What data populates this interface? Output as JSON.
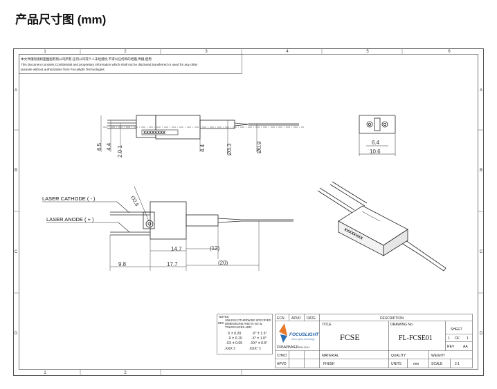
{
  "page_title": "产品尺寸图 (mm)",
  "border": {
    "cols_top": [
      "1",
      "2",
      "3",
      "4",
      "5",
      "6"
    ],
    "cols_bottom": [
      "1",
      "2"
    ],
    "rows_left": [
      "A",
      "B",
      "C",
      "D"
    ],
    "rows_right": [
      "A",
      "B",
      "C",
      "D"
    ]
  },
  "notice": {
    "line1": "本文件僅限授权国图图有限公司所有,任何公司或个人未经授权,不得以任何目的泄露,传播,使用",
    "line2": "This document contains Confidential and proprietary information which shall not be disclosed,transferred or used for any other",
    "line3": "purpose without authorization from Focuslight Technologies."
  },
  "part_label": "XXXXXXXX",
  "dims": {
    "side_6_5": "6.5",
    "side_4_4a": "4.4",
    "side_phi2_1": "2.0 1",
    "side_4_4b": "4.4",
    "side_phi3_3": "Ø3.3",
    "side_phi0_9": "Ø0.9",
    "end_6_4": "6.4",
    "end_10_6": "10.6",
    "top_phi2_8": "Ø2.8",
    "top_14_7": "14.7",
    "top_12": "(12)",
    "top_9_8": "9.8",
    "top_17_7": "17.7",
    "top_20": "(20)"
  },
  "labels": {
    "laser_cathode": "LASER CATHODE ( - )",
    "laser_anode": "LASER ANODE ( + )"
  },
  "notes": {
    "title": "NOTES",
    "l1": "UNLESS OTHERWISE SPECIFIED",
    "l2": "DIMENSIONS ARE IN mm &",
    "l3": "TOLERANCES ARE:",
    "dec": "DEC",
    "tol1": "X ±  0.20",
    "tol2": ".X ±  0.10",
    "tol3": ".XX ±  0.05",
    "tol4": ".XXX ±",
    "ang1": "X° ±  1.5°",
    "ang2": ".X° ±  1.0°",
    "ang3": ".XX° ±  0.5°",
    "ang4": ".XXX° ±"
  },
  "logo": {
    "name": "FOCUSLIGHT",
    "tagline": "Micro-optics technology"
  },
  "title_block": {
    "ecn": "ECN",
    "apvd": "APVD",
    "date": "DATE",
    "description": "DESCRIPTION",
    "title_label": "TITLE",
    "title_value": "FCSE",
    "drawing_no_label": "DRAWING No.",
    "drawing_no_value": "FL-FCSE01",
    "sheet_label": "SHEET",
    "sheet_value": "1",
    "sheet_of": "OF",
    "sheet_total": "1",
    "rev_label": "REV",
    "rev_value": "AA",
    "drn_label": "DRN",
    "drn_value": "WINNER",
    "drn_date": "2014-03-14",
    "chkd_label": "CHKD",
    "apvd2_label": "APVD",
    "material_label": "MATERIAL",
    "finish_label": "FINISH",
    "quality_label": "QUALITY",
    "units_label": "UNITS",
    "units_value": "mm",
    "weight_label": "WEIGHT",
    "scale_label": "SCALE",
    "scale_value": "2:1"
  }
}
